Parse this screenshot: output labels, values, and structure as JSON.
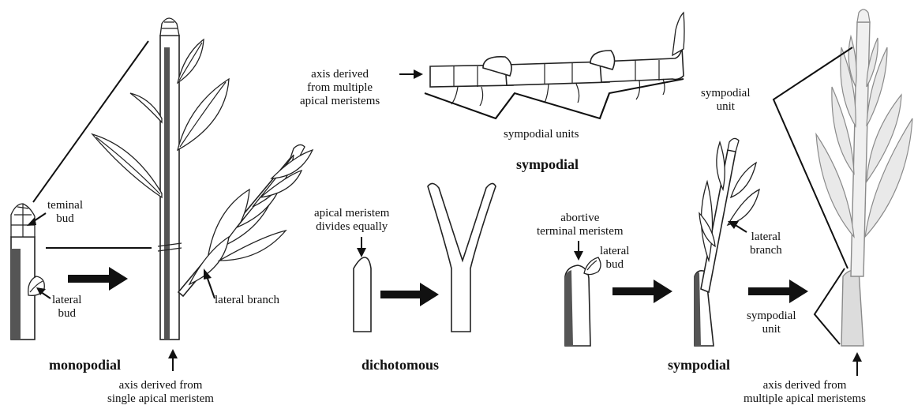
{
  "monopodial": {
    "terminal_bud": "teminal\nbud",
    "lateral_bud": "lateral\nbud",
    "lateral_branch": "lateral branch",
    "axis_note": "axis derived from\nsingle apical meristem",
    "title": "monopodial"
  },
  "sympodial_rhizome": {
    "axis_note": "axis derived\nfrom multiple\napical meristems",
    "units_label": "sympodial units",
    "title": "sympodial"
  },
  "dichotomous": {
    "meristem_note": "apical meristem\ndivides equally",
    "title": "dichotomous"
  },
  "sympodial_shoot": {
    "abortive_note": "abortive\nterminal meristem",
    "lateral_bud": "lateral\nbud",
    "lateral_branch": "lateral\nbranch",
    "unit_upper": "sympodial\nunit",
    "unit_lower": "sympodial\nunit",
    "axis_note": "axis derived from\nmultiple apical meristems",
    "title": "sympodial"
  }
}
